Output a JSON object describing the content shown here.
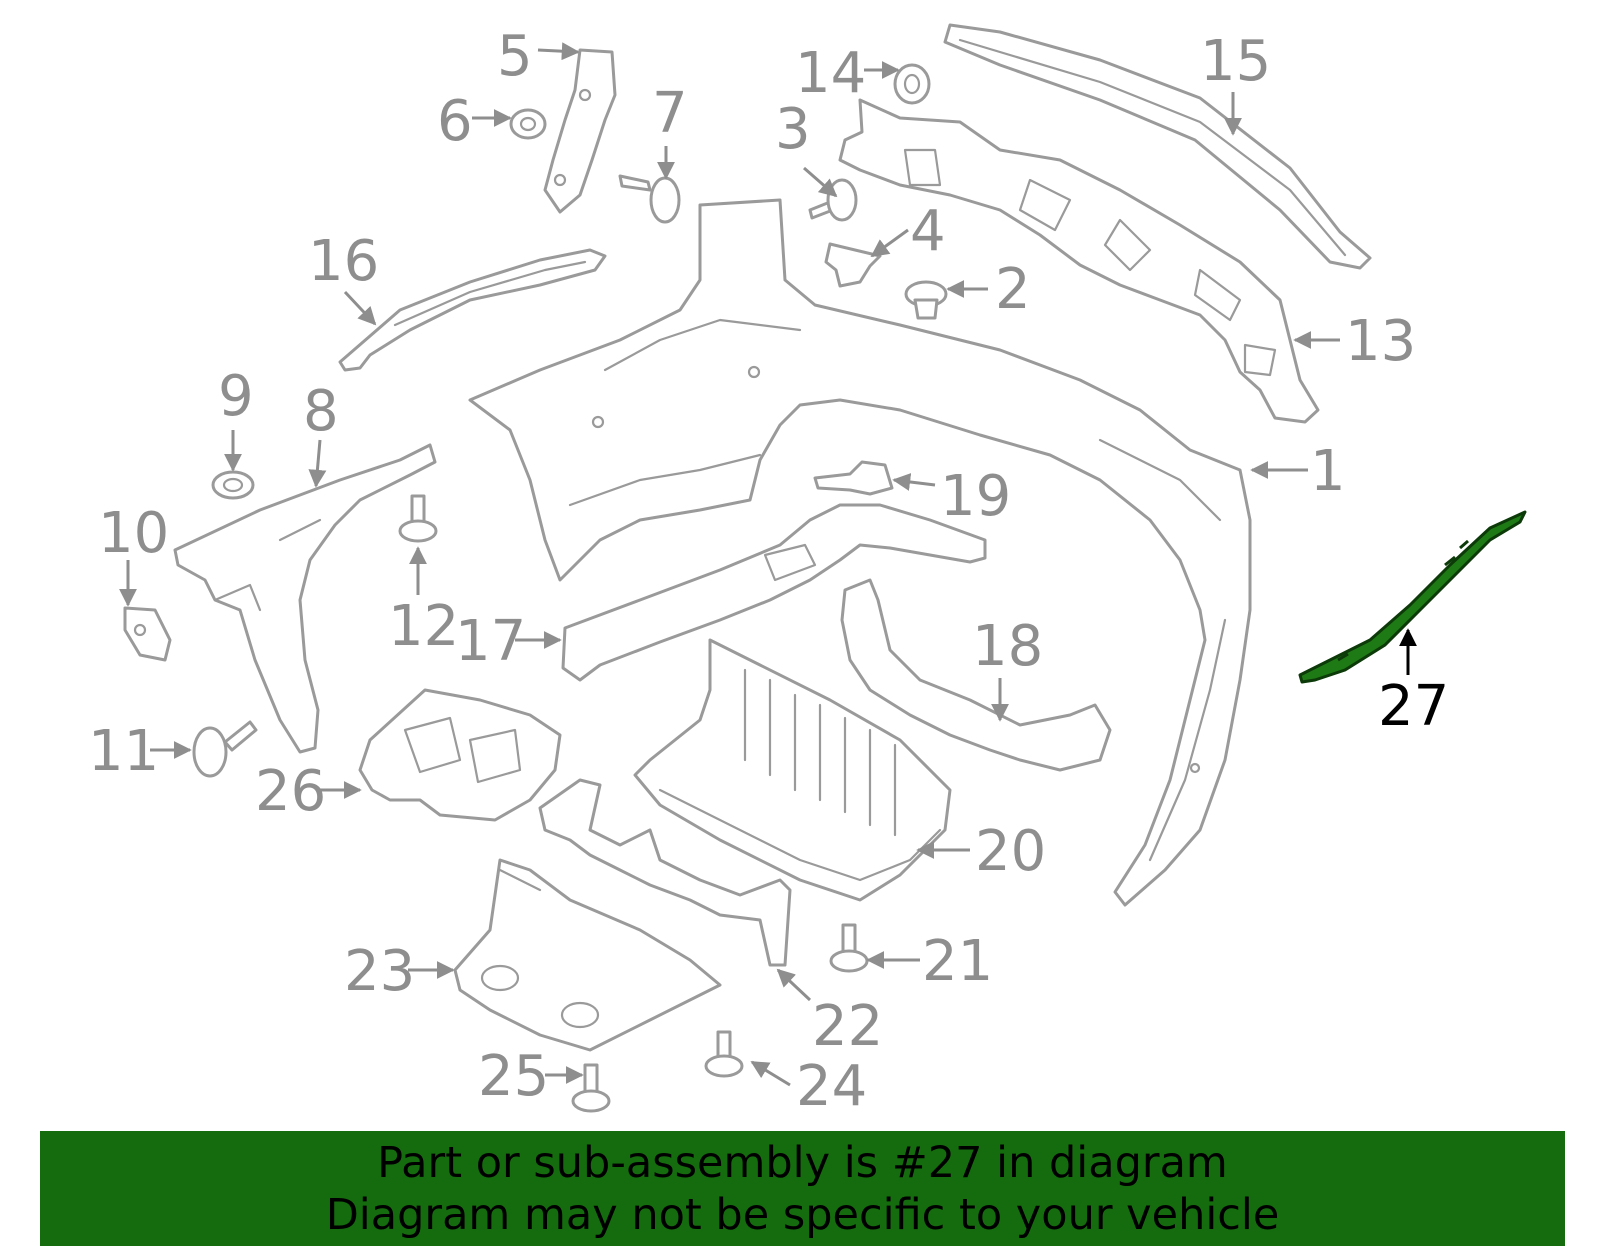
{
  "diagram": {
    "callouts": [
      {
        "id": "1",
        "label": "1"
      },
      {
        "id": "2",
        "label": "2"
      },
      {
        "id": "3",
        "label": "3"
      },
      {
        "id": "4",
        "label": "4"
      },
      {
        "id": "5",
        "label": "5"
      },
      {
        "id": "6",
        "label": "6"
      },
      {
        "id": "7",
        "label": "7"
      },
      {
        "id": "8",
        "label": "8"
      },
      {
        "id": "9",
        "label": "9"
      },
      {
        "id": "10",
        "label": "10"
      },
      {
        "id": "11",
        "label": "11"
      },
      {
        "id": "12",
        "label": "12"
      },
      {
        "id": "13",
        "label": "13"
      },
      {
        "id": "14",
        "label": "14"
      },
      {
        "id": "15",
        "label": "15"
      },
      {
        "id": "16",
        "label": "16"
      },
      {
        "id": "17",
        "label": "17"
      },
      {
        "id": "18",
        "label": "18"
      },
      {
        "id": "19",
        "label": "19"
      },
      {
        "id": "20",
        "label": "20"
      },
      {
        "id": "21",
        "label": "21"
      },
      {
        "id": "22",
        "label": "22"
      },
      {
        "id": "23",
        "label": "23"
      },
      {
        "id": "24",
        "label": "24"
      },
      {
        "id": "25",
        "label": "25"
      },
      {
        "id": "26",
        "label": "26"
      },
      {
        "id": "27",
        "label": "27",
        "highlighted": true
      }
    ],
    "highlight_color": "#1e7a14",
    "line_color": "#9a9a9a"
  },
  "banner": {
    "line1": "Part or sub-assembly is #27 in diagram",
    "line2": "Diagram may not be specific to your vehicle",
    "background": "#156c0e"
  }
}
